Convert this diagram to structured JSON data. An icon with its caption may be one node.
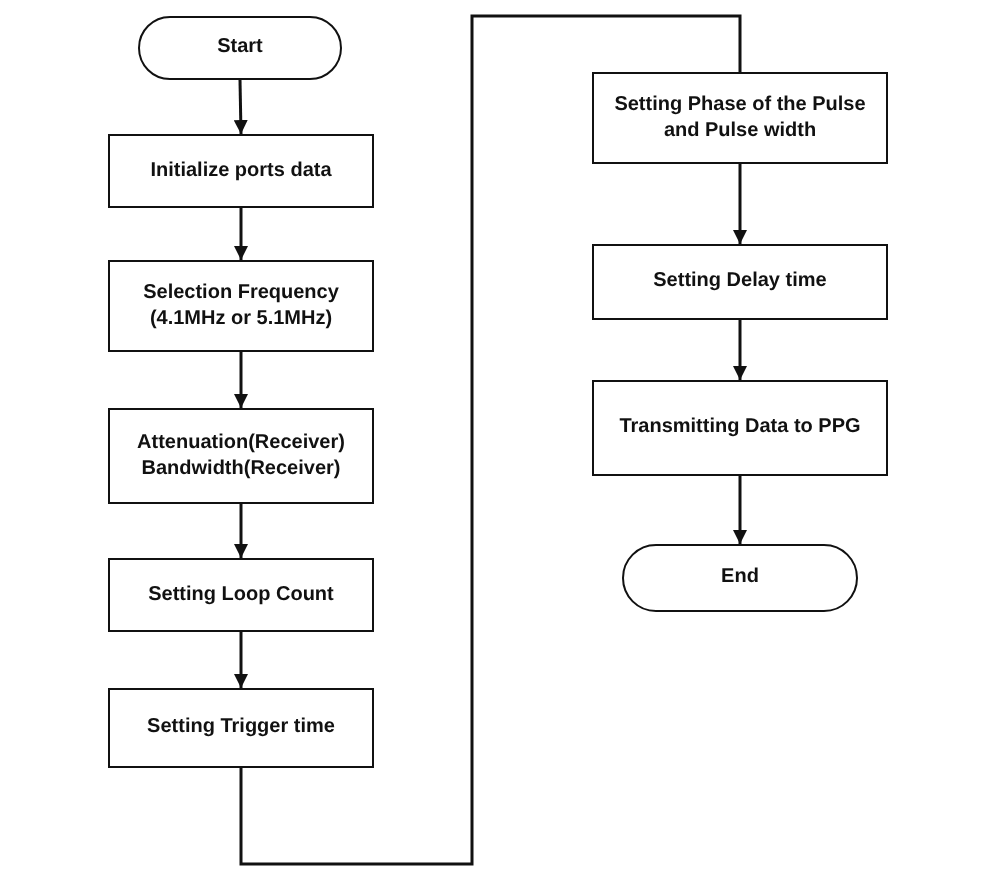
{
  "diagram": {
    "nodes": [
      {
        "text": [
          "Start"
        ]
      },
      {
        "text": [
          "Initialize ports data"
        ]
      },
      {
        "text": [
          "Selection Frequency (4.1MHz or 5.1MHz)"
        ]
      },
      {
        "text": [
          "Attenuation(Receiver) Bandwidth(Receiver)"
        ]
      },
      {
        "text": [
          "Setting Loop Count"
        ]
      },
      {
        "text": [
          "Setting Trigger time"
        ]
      },
      {
        "text": [
          "Setting Phase of the Pulse and Pulse width"
        ]
      },
      {
        "text": [
          "Setting Delay time"
        ]
      },
      {
        "text": [
          "Transmitting Data to PPG"
        ]
      },
      {
        "text": [
          "End"
        ]
      }
    ],
    "edges": [
      {
        "from": 0,
        "to": 1,
        "arrow": "to"
      },
      {
        "from": 1,
        "to": 2,
        "arrow": "to"
      },
      {
        "from": 2,
        "to": 3,
        "arrow": "to"
      },
      {
        "from": 3,
        "to": 4,
        "arrow": "to"
      },
      {
        "from": 4,
        "to": 5,
        "arrow": "to"
      },
      {
        "from": 5,
        "to": 6,
        "arrow": "none"
      },
      {
        "from": 6,
        "to": 7,
        "arrow": "to"
      },
      {
        "from": 7,
        "to": 8,
        "arrow": "to"
      },
      {
        "from": 8,
        "to": 9,
        "arrow": "to"
      }
    ]
  }
}
